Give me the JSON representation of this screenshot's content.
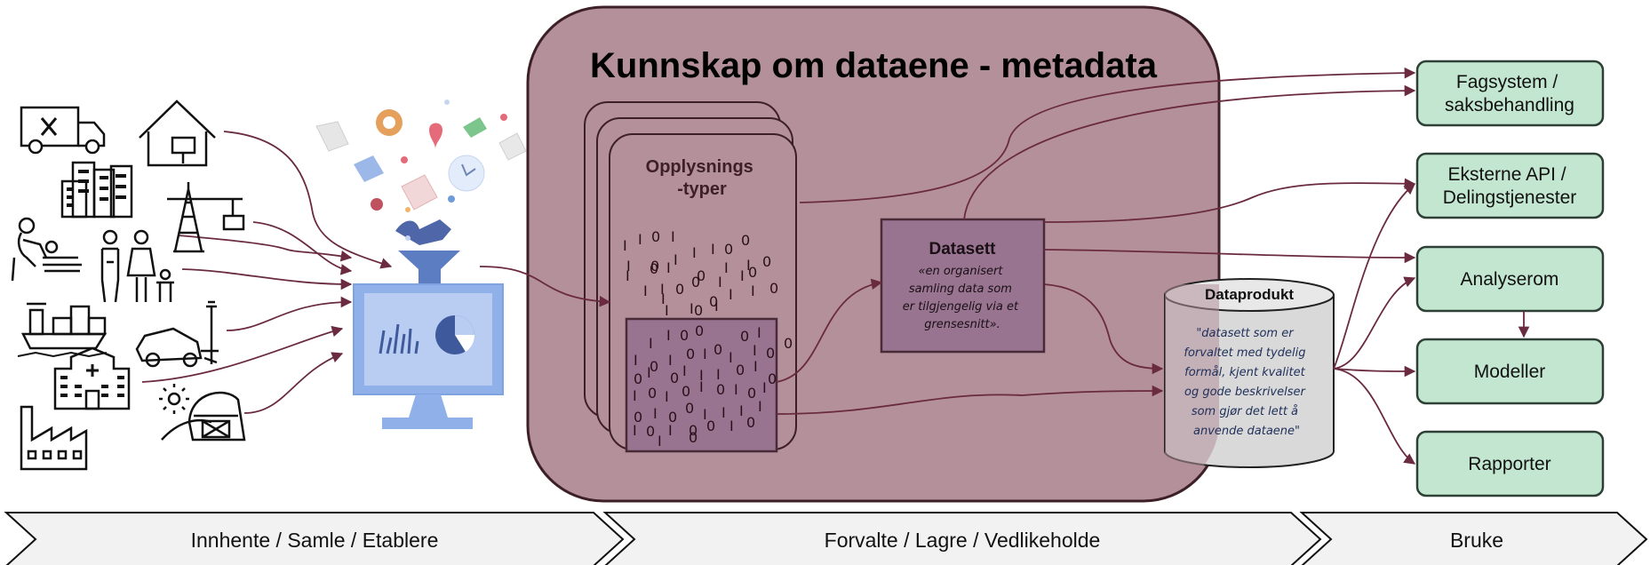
{
  "colors": {
    "metadata_fill": "#b3909a",
    "metadata_stroke": "#3d1f28",
    "dataset_fill": "#987491",
    "arrow": "#6a2a40",
    "use_box_fill": "#c3e6d0",
    "use_box_stroke": "#2e3f36",
    "process_fill": "#f2f2f2",
    "cylinder_fill": "#d9d9d9",
    "monitor": "#8fb0e8"
  },
  "metadata": {
    "title": "Kunnskap om dataene - metadata"
  },
  "info_types": {
    "label_line1": "Opplysnings",
    "label_line2": "-typer"
  },
  "dataset": {
    "title": "Datasett",
    "desc_line1": "«en organisert",
    "desc_line2": "samling data som",
    "desc_line3": "er tilgjengelig via et",
    "desc_line4": "grensesnitt»."
  },
  "data_product": {
    "title": "Dataprodukt",
    "desc_line1": "\"datasett som er",
    "desc_line2": "forvaltet med tydelig",
    "desc_line3": "formål, kjent kvalitet",
    "desc_line4": "og gode beskrivelser",
    "desc_line5": "som gjør det lett å",
    "desc_line6": "anvende dataene\""
  },
  "use_boxes": {
    "fagsystem_line1": "Fagsystem /",
    "fagsystem_line2": "saksbehandling",
    "api_line1": "Eksterne API /",
    "api_line2": "Delingstjenester",
    "analyserom": "Analyserom",
    "modeller": "Modeller",
    "rapporter": "Rapporter"
  },
  "process": {
    "stage1": "Innhente / Samle / Etablere",
    "stage2": "Forvalte / Lagre / Vedlikeholde",
    "stage3": "Bruke"
  },
  "icons": [
    "delivery-truck-icon",
    "house-icon",
    "city-buildings-icon",
    "crane-icon",
    "caregiver-icon",
    "family-icon",
    "ship-icon",
    "car-crash-icon",
    "hospital-icon",
    "barn-icon",
    "factory-icon",
    "funnel-icon",
    "monitor-icon"
  ]
}
